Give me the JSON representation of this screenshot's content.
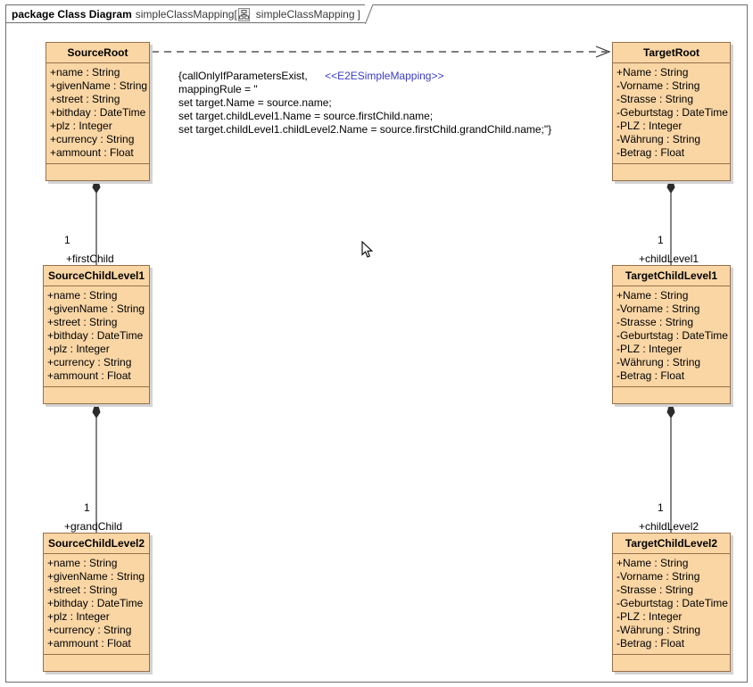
{
  "frame": {
    "keyword": "package Class Diagram",
    "name": "simpleClassMapping[",
    "icon": "class-diagram-icon",
    "tab_name": "simpleClassMapping",
    "bracket_close": "]"
  },
  "note": {
    "lines": [
      "{callOnlyIfParametersExist,",
      "mappingRule = \"",
      "set target.Name = source.name;",
      "set target.childLevel1.Name = source.firstChild.name;",
      "set target.childLevel1.childLevel2.Name = source.firstChild.grandChild.name;\"}"
    ],
    "stereotype": "<<E2ESimpleMapping>>",
    "stereotype_color": "#3b3bc8"
  },
  "classes": [
    {
      "id": "source-root",
      "name": "SourceRoot",
      "attributes": [
        "+name : String",
        "+givenName : String",
        "+street : String",
        "+bithday : DateTime",
        "+plz : Integer",
        "+currency : String",
        "+ammount : Float"
      ]
    },
    {
      "id": "target-root",
      "name": "TargetRoot",
      "attributes": [
        "+Name : String",
        "-Vorname : String",
        "-Strasse : String",
        "-Geburtstag : DateTime",
        "-PLZ : Integer",
        "-Währung : String",
        "-Betrag : Float"
      ]
    },
    {
      "id": "source-child-level1",
      "name": "SourceChildLevel1",
      "attributes": [
        "+name : String",
        "+givenName : String",
        "+street : String",
        "+bithday : DateTime",
        "+plz : Integer",
        "+currency : String",
        "+ammount : Float"
      ]
    },
    {
      "id": "target-child-level1",
      "name": "TargetChildLevel1",
      "attributes": [
        "+Name : String",
        "-Vorname : String",
        "-Strasse : String",
        "-Geburtstag : DateTime",
        "-PLZ : Integer",
        "-Währung : String",
        "-Betrag : Float"
      ]
    },
    {
      "id": "source-child-level2",
      "name": "SourceChildLevel2",
      "attributes": [
        "+name : String",
        "+givenName : String",
        "+street : String",
        "+bithday : DateTime",
        "+plz : Integer",
        "+currency : String",
        "+ammount : Float"
      ]
    },
    {
      "id": "target-child-level2",
      "name": "TargetChildLevel2",
      "attributes": [
        "+Name : String",
        "-Vorname : String",
        "-Strasse : String",
        "-Geburtstag : DateTime",
        "-PLZ : Integer",
        "-Währung : String",
        "-Betrag : Float"
      ]
    }
  ],
  "associations": [
    {
      "id": "assoc-first-child",
      "multiplicity": "1",
      "role": "+firstChild"
    },
    {
      "id": "assoc-child-level1",
      "multiplicity": "1",
      "role": "+childLevel1"
    },
    {
      "id": "assoc-grand-child",
      "multiplicity": "1",
      "role": "+grandChild"
    },
    {
      "id": "assoc-child-level2",
      "multiplicity": "1",
      "role": "+childLevel2"
    }
  ],
  "colors": {
    "class_fill": "#fad6a5",
    "class_border": "#97704a",
    "shadow": "#d3d3d3",
    "line": "#333333",
    "text": "#000000"
  }
}
